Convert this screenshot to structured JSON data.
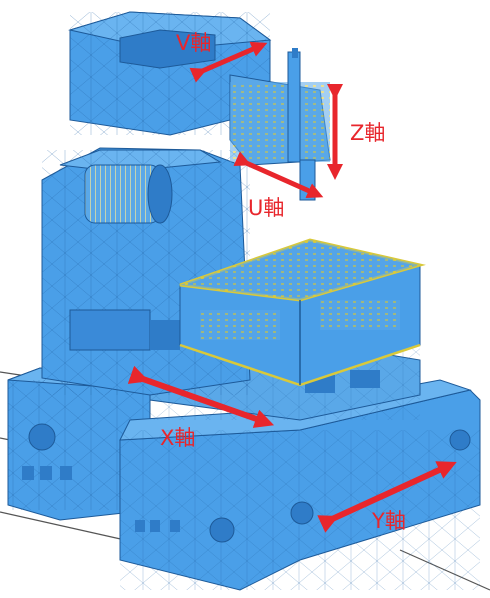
{
  "axes": {
    "v": "V軸",
    "z": "Z軸",
    "u": "U軸",
    "x": "X軸",
    "y": "Y軸"
  },
  "colors": {
    "body": "#4a9fe8",
    "body_dark": "#2f7cc8",
    "body_light": "#7cc0f5",
    "mesh": "#1d5a99",
    "detail": "#d9c93a",
    "arrow": "#e8262c",
    "ground_line": "#555555"
  }
}
